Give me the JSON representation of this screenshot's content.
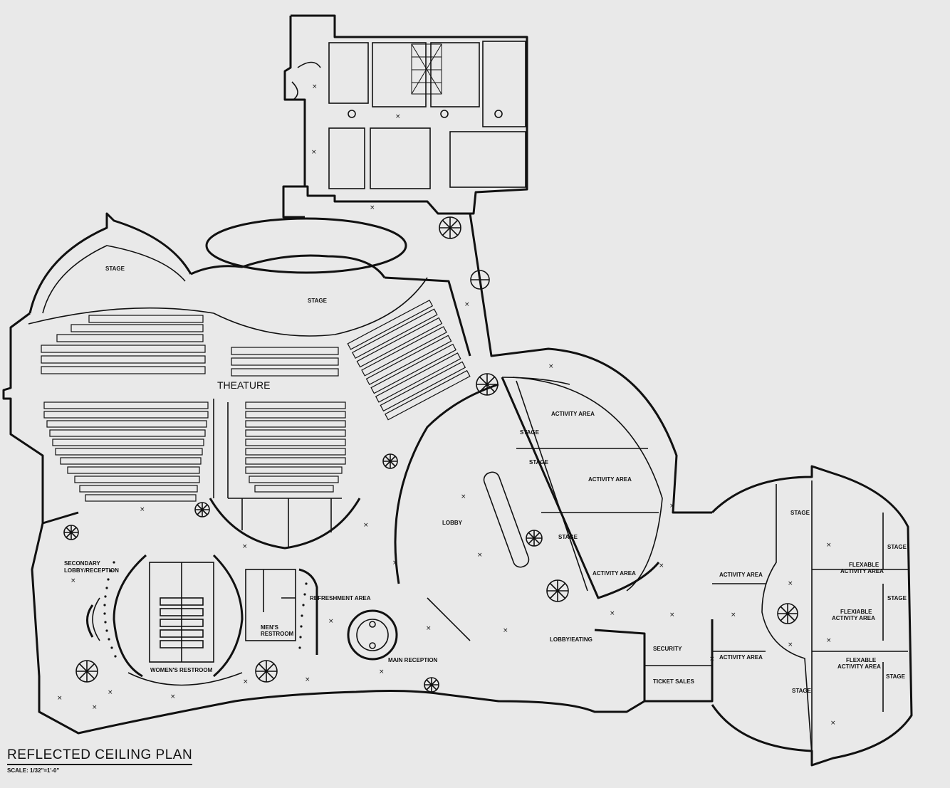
{
  "plan": {
    "title": "REFLECTED CEILING PLAN",
    "scale": "SCALE: 1/32\"=1'-0\""
  },
  "rooms": {
    "stage_left": "STAGE",
    "stage_center": "STAGE",
    "theature": "THEATURE",
    "activity_1": "ACTIVITY AREA",
    "activity_2": "ACTIVITY AREA",
    "activity_3": "ACTIVITY AREA",
    "stage_a1": "STAGE",
    "stage_a2": "STAGE",
    "stage_a3": "STAGE",
    "lobby": "LOBBY",
    "secondary_lobby_1": "SECONDARY",
    "secondary_lobby_2": "LOBBY/RECEPTION",
    "refreshment": "REFRESHMENT AREA",
    "main_reception": "MAIN RECEPTION",
    "womens_restroom": "WOMEN'S RESTROOM",
    "mens_restroom_1": "MEN'S",
    "mens_restroom_2": "RESTROOM",
    "lobby_eating": "LOBBY/EATING",
    "security": "SECURITY",
    "ticket_sales": "TICKET SALES",
    "east_activity_1": "ACTIVITY AREA",
    "east_activity_2": "ACTIVITY AREA",
    "east_stage_1": "STAGE",
    "east_stage_2": "STAGE",
    "east_stage_3": "STAGE",
    "east_stage_4": "STAGE",
    "east_stage_5": "STAGE",
    "flex_1a": "FLEXABLE",
    "flex_1b": "ACTIVITY AREA",
    "flex_2a": "FLEXIABLE",
    "flex_2b": "ACTIVITY AREA",
    "flex_3a": "FLEXABLE",
    "flex_3b": "ACTIVITY AREA"
  }
}
